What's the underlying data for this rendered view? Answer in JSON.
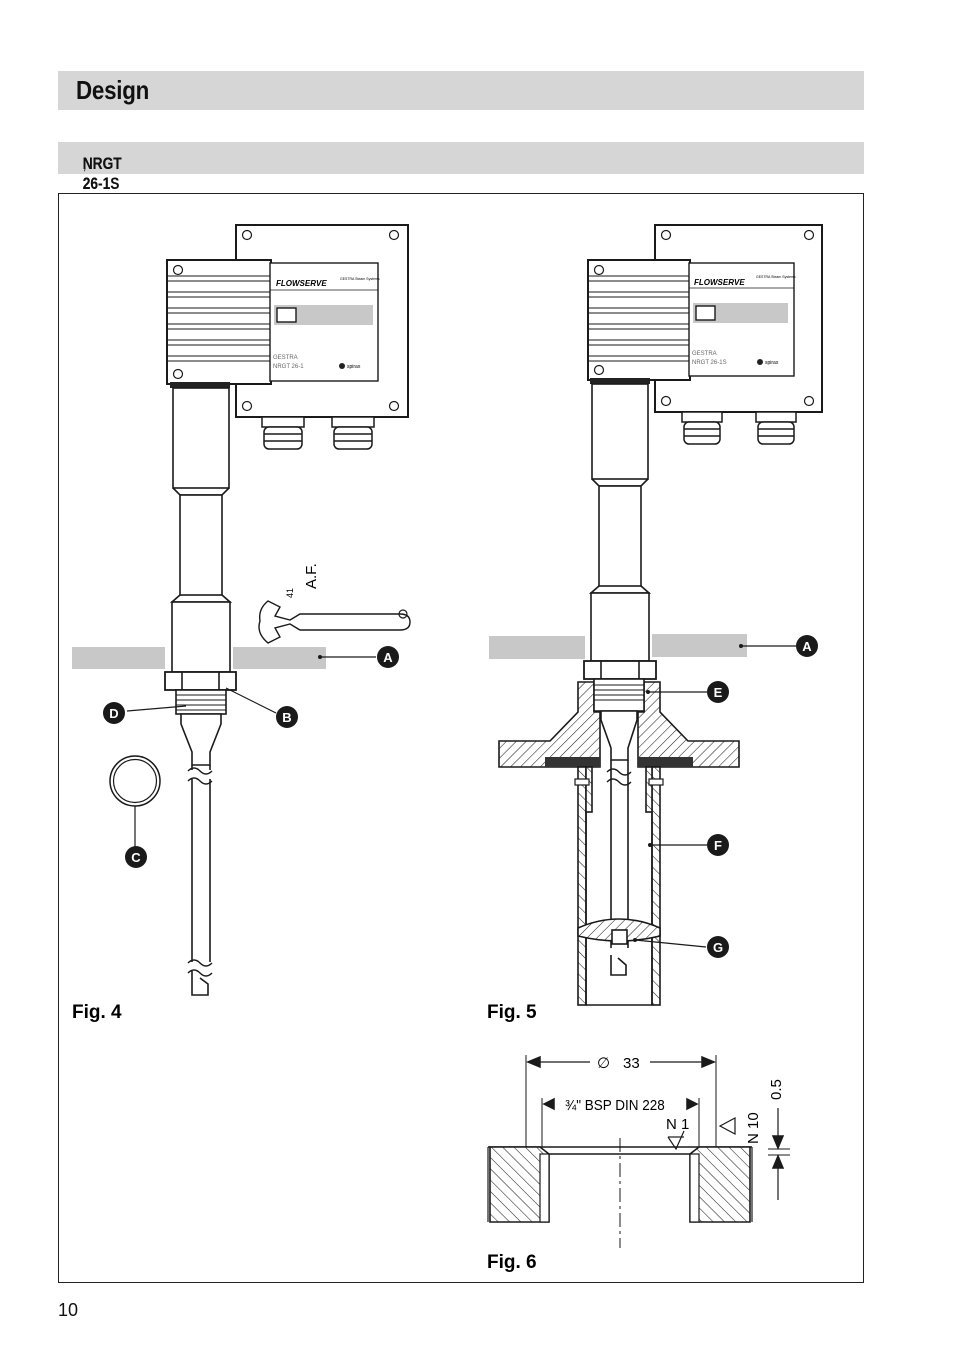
{
  "header": {
    "title": "Design"
  },
  "subheader": {
    "models_a": "NRGT 26-1",
    "separator": ",",
    "models_b": "NRGT 26-1S"
  },
  "figures": {
    "fig4": {
      "caption": "Fig. 4",
      "panel_brand": "FLOWSERVE",
      "panel_small": "GESTRA Steam Systems",
      "panel_maker": "GESTRA",
      "panel_model": "NRGT 26-1",
      "panel_badge": "spirax",
      "wrench_size": "41",
      "wrench_label": "A.F."
    },
    "fig5": {
      "caption": "Fig. 5",
      "panel_brand": "FLOWSERVE",
      "panel_small": "GESTRA Steam Systems",
      "panel_maker": "GESTRA",
      "panel_model": "NRGT 26-1S",
      "panel_badge": "spirax"
    },
    "fig6": {
      "caption": "Fig. 6",
      "dim_diameter_symbol": "∅",
      "dim_diameter": "33",
      "thread": "¾\" BSP DIN 228",
      "surface_n1": "N 1",
      "surface_n10": "N 10",
      "dim_offset": "0.5"
    }
  },
  "callouts": {
    "a": "A",
    "b": "B",
    "c": "C",
    "d": "D",
    "e": "E",
    "f": "F",
    "g": "G"
  },
  "footer": {
    "page_number": "10"
  }
}
